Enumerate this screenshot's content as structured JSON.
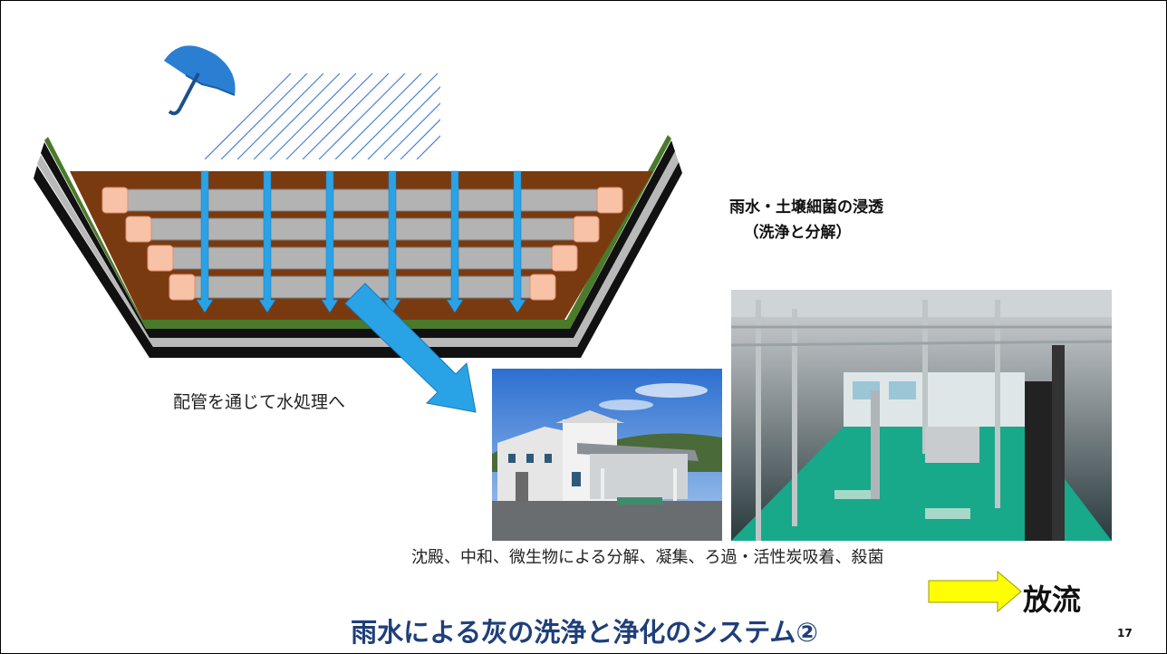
{
  "labels": {
    "infiltration": "雨水・土壌細菌の浸透",
    "infiltration_sub": "（洗浄と分解）",
    "piping": "配管を通じて水処理へ",
    "process_steps": "沈殿、中和、微生物による分解、凝集、ろ過・活性炭吸着、殺菌",
    "discharge": "放流"
  },
  "slide": {
    "title": "雨水による灰の洗浄と浄化のシステム②",
    "page_number": "17"
  },
  "icons": {
    "umbrella": "umbrella-icon",
    "discharge_arrow": "right-arrow-icon"
  },
  "colors": {
    "soil": "#7a3a10",
    "grass_liner": "#4a7a2a",
    "pipe": "#b3b3b3",
    "water_arrow": "#2aa3e6",
    "discharge_arrow": "#ffff00",
    "title": "#1f3f7a"
  }
}
